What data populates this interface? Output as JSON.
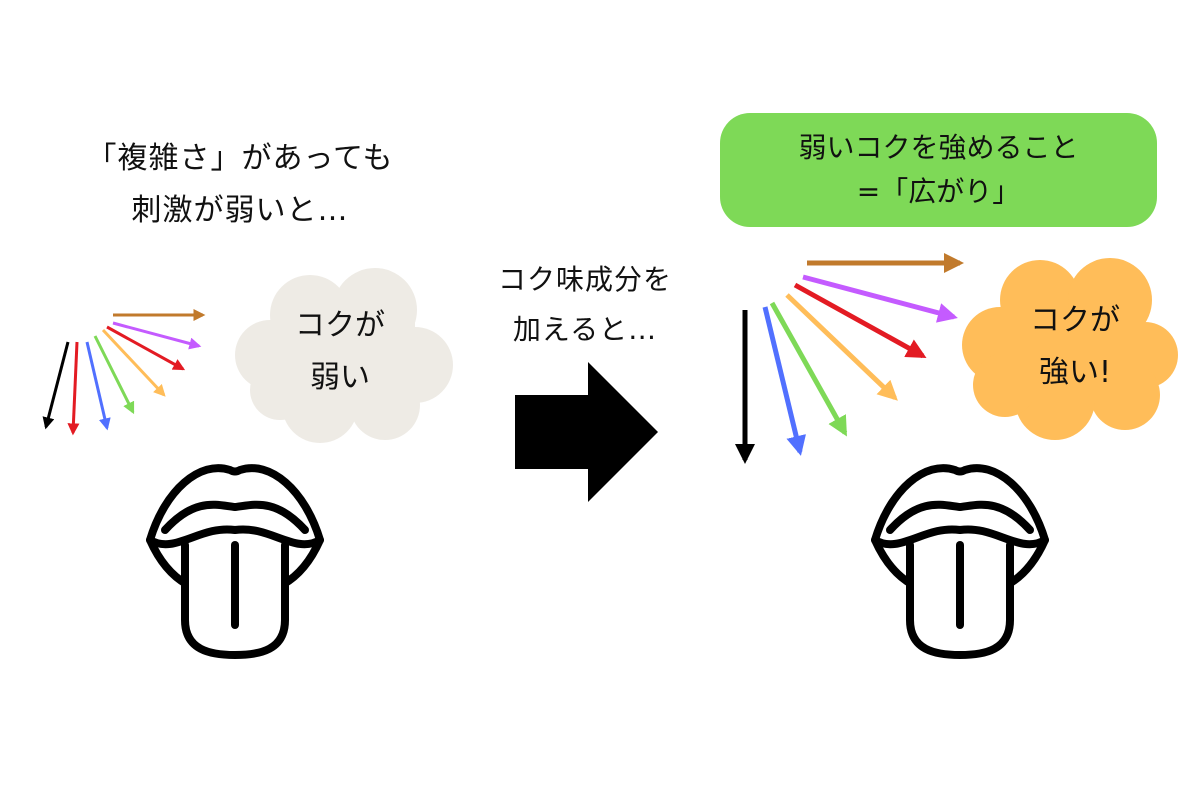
{
  "colors": {
    "weak_cloud": "#eeebe5",
    "strong_cloud": "#ffbd59",
    "green_box": "#7ed957",
    "arrow_colors": [
      "#000000",
      "#e31b23",
      "#5170ff",
      "#7ed957",
      "#ffbd59",
      "#c45bff",
      "#c17a2c"
    ]
  },
  "left_panel": {
    "caption_line1": "「複雑さ」があっても",
    "caption_line2": "刺激が弱いと…",
    "cloud_line1": "コクが",
    "cloud_line2": "弱い"
  },
  "middle_panel": {
    "caption_line1": "コク味成分を",
    "caption_line2": "加えると…"
  },
  "right_panel": {
    "box_line1": "弱いコクを強めること",
    "box_line2": "=「広がり」",
    "cloud_line1": "コクが",
    "cloud_line2": "強い!"
  },
  "icons": [
    "mouth-tongue-icon",
    "big-right-arrow-icon",
    "taste-arrow-fan-icon"
  ]
}
